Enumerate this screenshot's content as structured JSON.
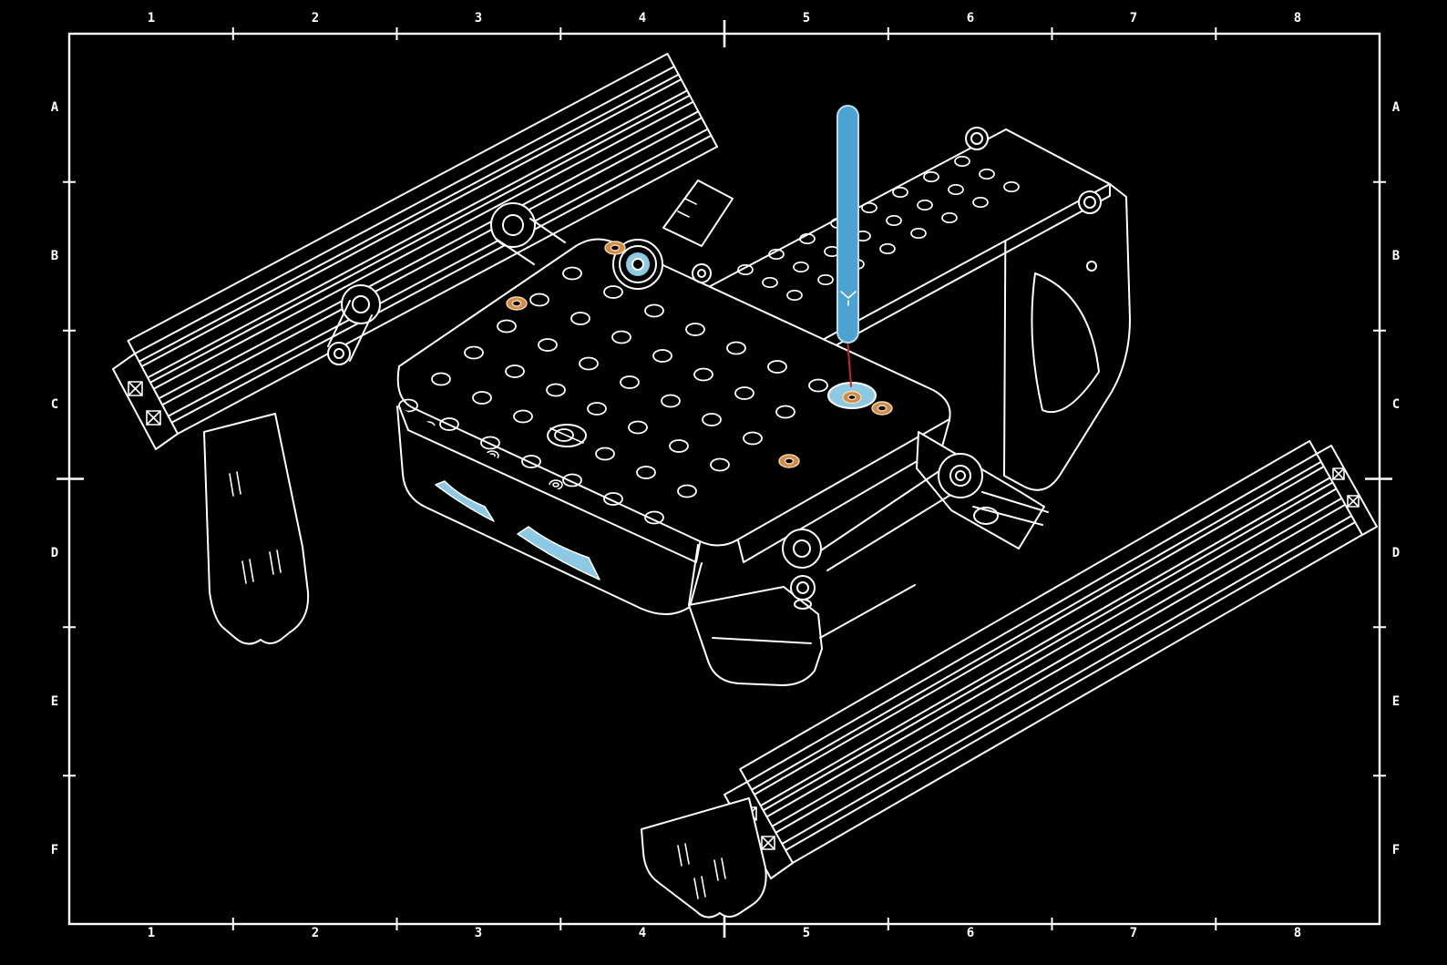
{
  "frame": {
    "column_labels": [
      "1",
      "2",
      "3",
      "4",
      "5",
      "6",
      "7",
      "8"
    ],
    "row_labels": [
      "A",
      "B",
      "C",
      "D",
      "E",
      "F"
    ]
  },
  "colors": {
    "background": "#000000",
    "line": "#ffffff",
    "highlight_blue": "#4da3cf",
    "highlight_blue_light": "#8ec9e4",
    "pin_outline": "#b8dcef",
    "bushing_orange": "#d08a4a",
    "bushing_rim": "#f2d8b4",
    "leader_red": "#c8281e"
  }
}
